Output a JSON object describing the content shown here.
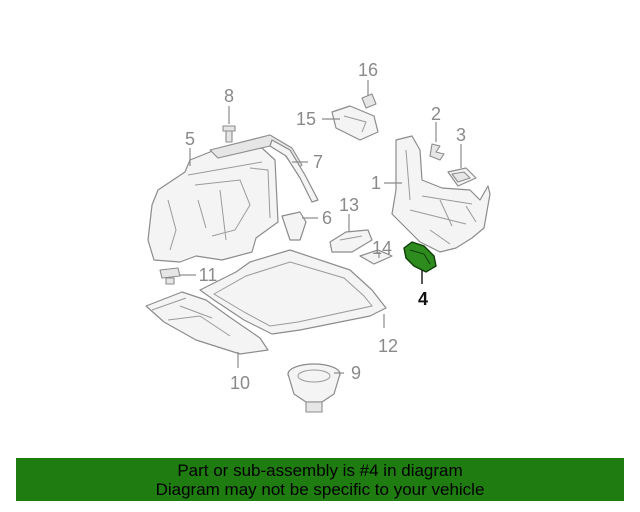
{
  "diagram": {
    "highlighted_part": "4",
    "highlight_color": "#2e8b1e",
    "banner_color": "#1e7c10",
    "callouts": [
      "1",
      "2",
      "3",
      "4",
      "5",
      "6",
      "7",
      "8",
      "9",
      "10",
      "11",
      "12",
      "13",
      "14",
      "15",
      "16"
    ]
  },
  "banner": {
    "line1": "Part or sub-assembly is #4 in diagram",
    "line2": "Diagram may not be specific to your vehicle"
  }
}
